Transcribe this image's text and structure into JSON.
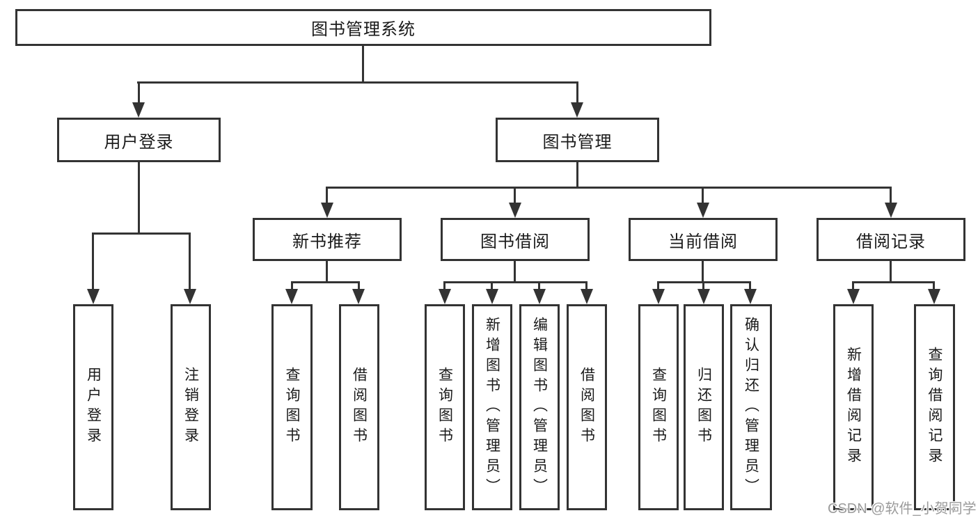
{
  "tree": {
    "root": "图书管理系统",
    "branches": [
      {
        "label": "用户登录",
        "children": [
          "用户登录",
          "注销登录"
        ]
      },
      {
        "label": "图书管理",
        "children": [
          {
            "label": "新书推荐",
            "children": [
              "查询图书",
              "借阅图书"
            ]
          },
          {
            "label": "图书借阅",
            "children": [
              "查询图书",
              "新增图书（管理员）",
              "编辑图书（管理员）",
              "借阅图书"
            ]
          },
          {
            "label": "当前借阅",
            "children": [
              "查询图书",
              "归还图书",
              "确认归还（管理员）"
            ]
          },
          {
            "label": "借阅记录",
            "children": [
              "新增借阅记录",
              "查询借阅记录"
            ]
          }
        ]
      }
    ]
  },
  "watermark": "CSDN @软件_小贺同学",
  "colors": {
    "line": "#333333",
    "text": "#1a1a1a",
    "background": "#ffffff",
    "watermark": "#9b9b9b"
  }
}
